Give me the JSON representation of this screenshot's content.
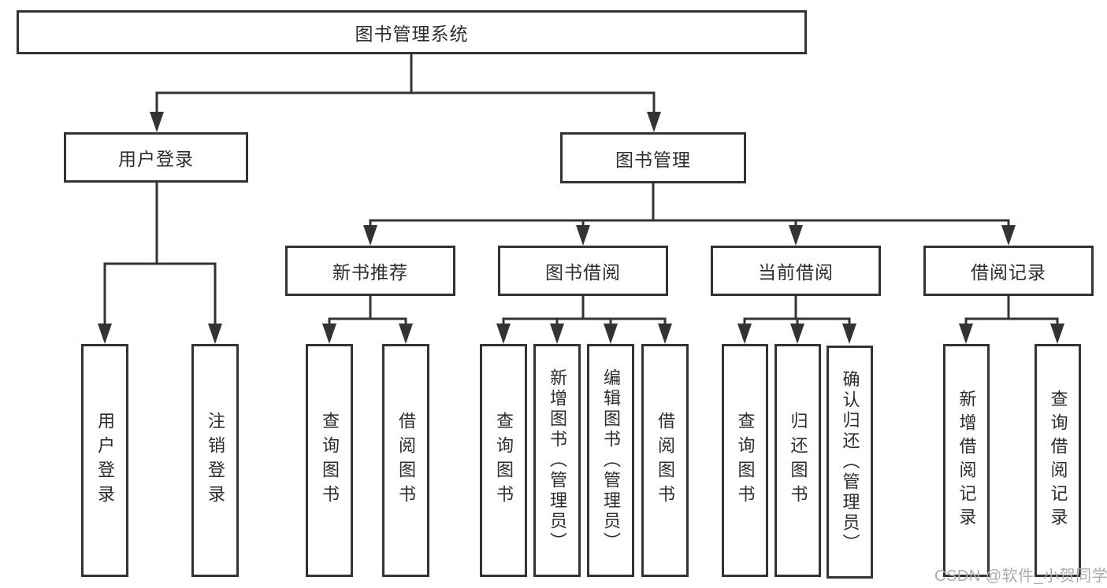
{
  "diagram_title": "图书管理系统",
  "colors": {
    "line": "#333333",
    "box_border": "#333333",
    "box_background": "#ffffff",
    "text": "#2d2d2d",
    "watermark": "#acacac",
    "page_background": "#ffffff"
  },
  "tree": {
    "root": {
      "label": "图书管理系统"
    },
    "branches": [
      {
        "label": "用户登录",
        "children": [
          {
            "label": "用户登录"
          },
          {
            "label": "注销登录"
          }
        ]
      },
      {
        "label": "图书管理",
        "children": [
          {
            "label": "新书推荐",
            "children": [
              {
                "label": "查询图书"
              },
              {
                "label": "借阅图书"
              }
            ]
          },
          {
            "label": "图书借阅",
            "children": [
              {
                "label": "查询图书"
              },
              {
                "label": "新增图书（管理员）"
              },
              {
                "label": "编辑图书（管理员）"
              },
              {
                "label": "借阅图书"
              }
            ]
          },
          {
            "label": "当前借阅",
            "children": [
              {
                "label": "查询图书"
              },
              {
                "label": "归还图书"
              },
              {
                "label": "确认归还（管理员）"
              }
            ]
          },
          {
            "label": "借阅记录",
            "children": [
              {
                "label": "新增借阅记录"
              },
              {
                "label": "查询借阅记录"
              }
            ]
          }
        ]
      }
    ]
  },
  "watermark": {
    "text": "CSDN @软件_小贺同学"
  }
}
